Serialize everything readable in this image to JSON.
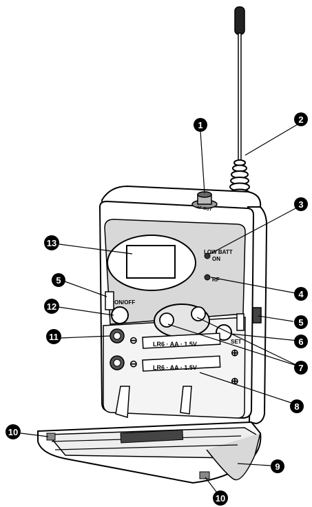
{
  "labels": {
    "low_batt": "LOW BATT",
    "on": "ON",
    "rf": "RF",
    "on_off": "ON/OFF",
    "set": "SET",
    "battery_1": "LR6 · AA · 1.5V",
    "battery_2": "LR6 · AA · 1.5V",
    "af_out": "AF OUT",
    "minus": "⊖",
    "plus": "⊕"
  },
  "callouts": [
    {
      "id": "c1",
      "number": "1"
    },
    {
      "id": "c2",
      "number": "2"
    },
    {
      "id": "c3",
      "number": "3"
    },
    {
      "id": "c4",
      "number": "4"
    },
    {
      "id": "c5a",
      "number": "5"
    },
    {
      "id": "c5b",
      "number": "5"
    },
    {
      "id": "c6",
      "number": "6"
    },
    {
      "id": "c7",
      "number": "7"
    },
    {
      "id": "c8",
      "number": "8"
    },
    {
      "id": "c9",
      "number": "9"
    },
    {
      "id": "c10a",
      "number": "10"
    },
    {
      "id": "c10b",
      "number": "10"
    },
    {
      "id": "c11",
      "number": "11"
    },
    {
      "id": "c12",
      "number": "12"
    },
    {
      "id": "c13",
      "number": "13"
    }
  ],
  "colors": {
    "callout_fill": "#000000",
    "callout_text": "#ffffff",
    "device_fill": "#ffffff",
    "shade": "#d8d8d8",
    "dark": "#333333"
  }
}
